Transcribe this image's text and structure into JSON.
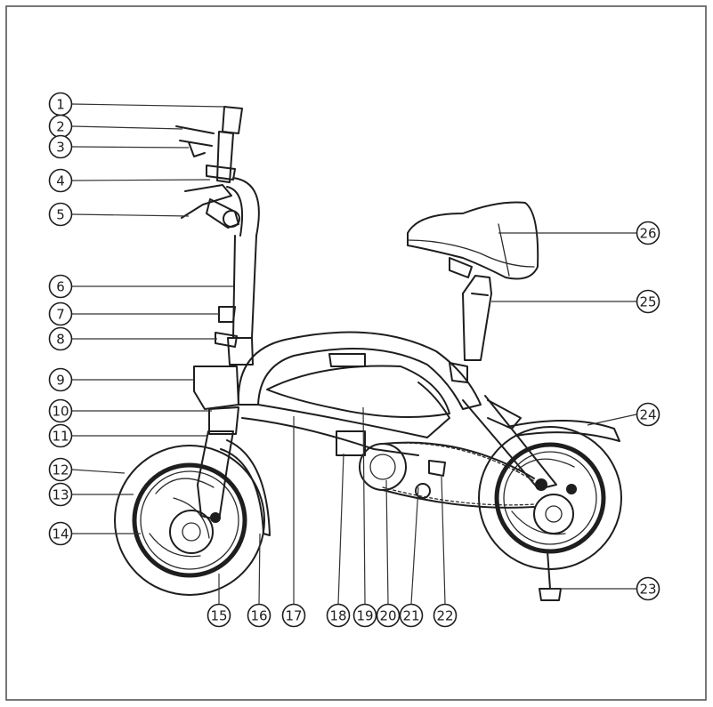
{
  "diagram": {
    "subject": "folding-electric-bike-parts-diagram",
    "callouts": [
      {
        "label": "1"
      },
      {
        "label": "2"
      },
      {
        "label": "3"
      },
      {
        "label": "4"
      },
      {
        "label": "5"
      },
      {
        "label": "6"
      },
      {
        "label": "7"
      },
      {
        "label": "8"
      },
      {
        "label": "9"
      },
      {
        "label": "10"
      },
      {
        "label": "11"
      },
      {
        "label": "12"
      },
      {
        "label": "13"
      },
      {
        "label": "14"
      },
      {
        "label": "15"
      },
      {
        "label": "16"
      },
      {
        "label": "17"
      },
      {
        "label": "18"
      },
      {
        "label": "19"
      },
      {
        "label": "20"
      },
      {
        "label": "21"
      },
      {
        "label": "22"
      },
      {
        "label": "23"
      },
      {
        "label": "24"
      },
      {
        "label": "25"
      },
      {
        "label": "26"
      }
    ]
  }
}
